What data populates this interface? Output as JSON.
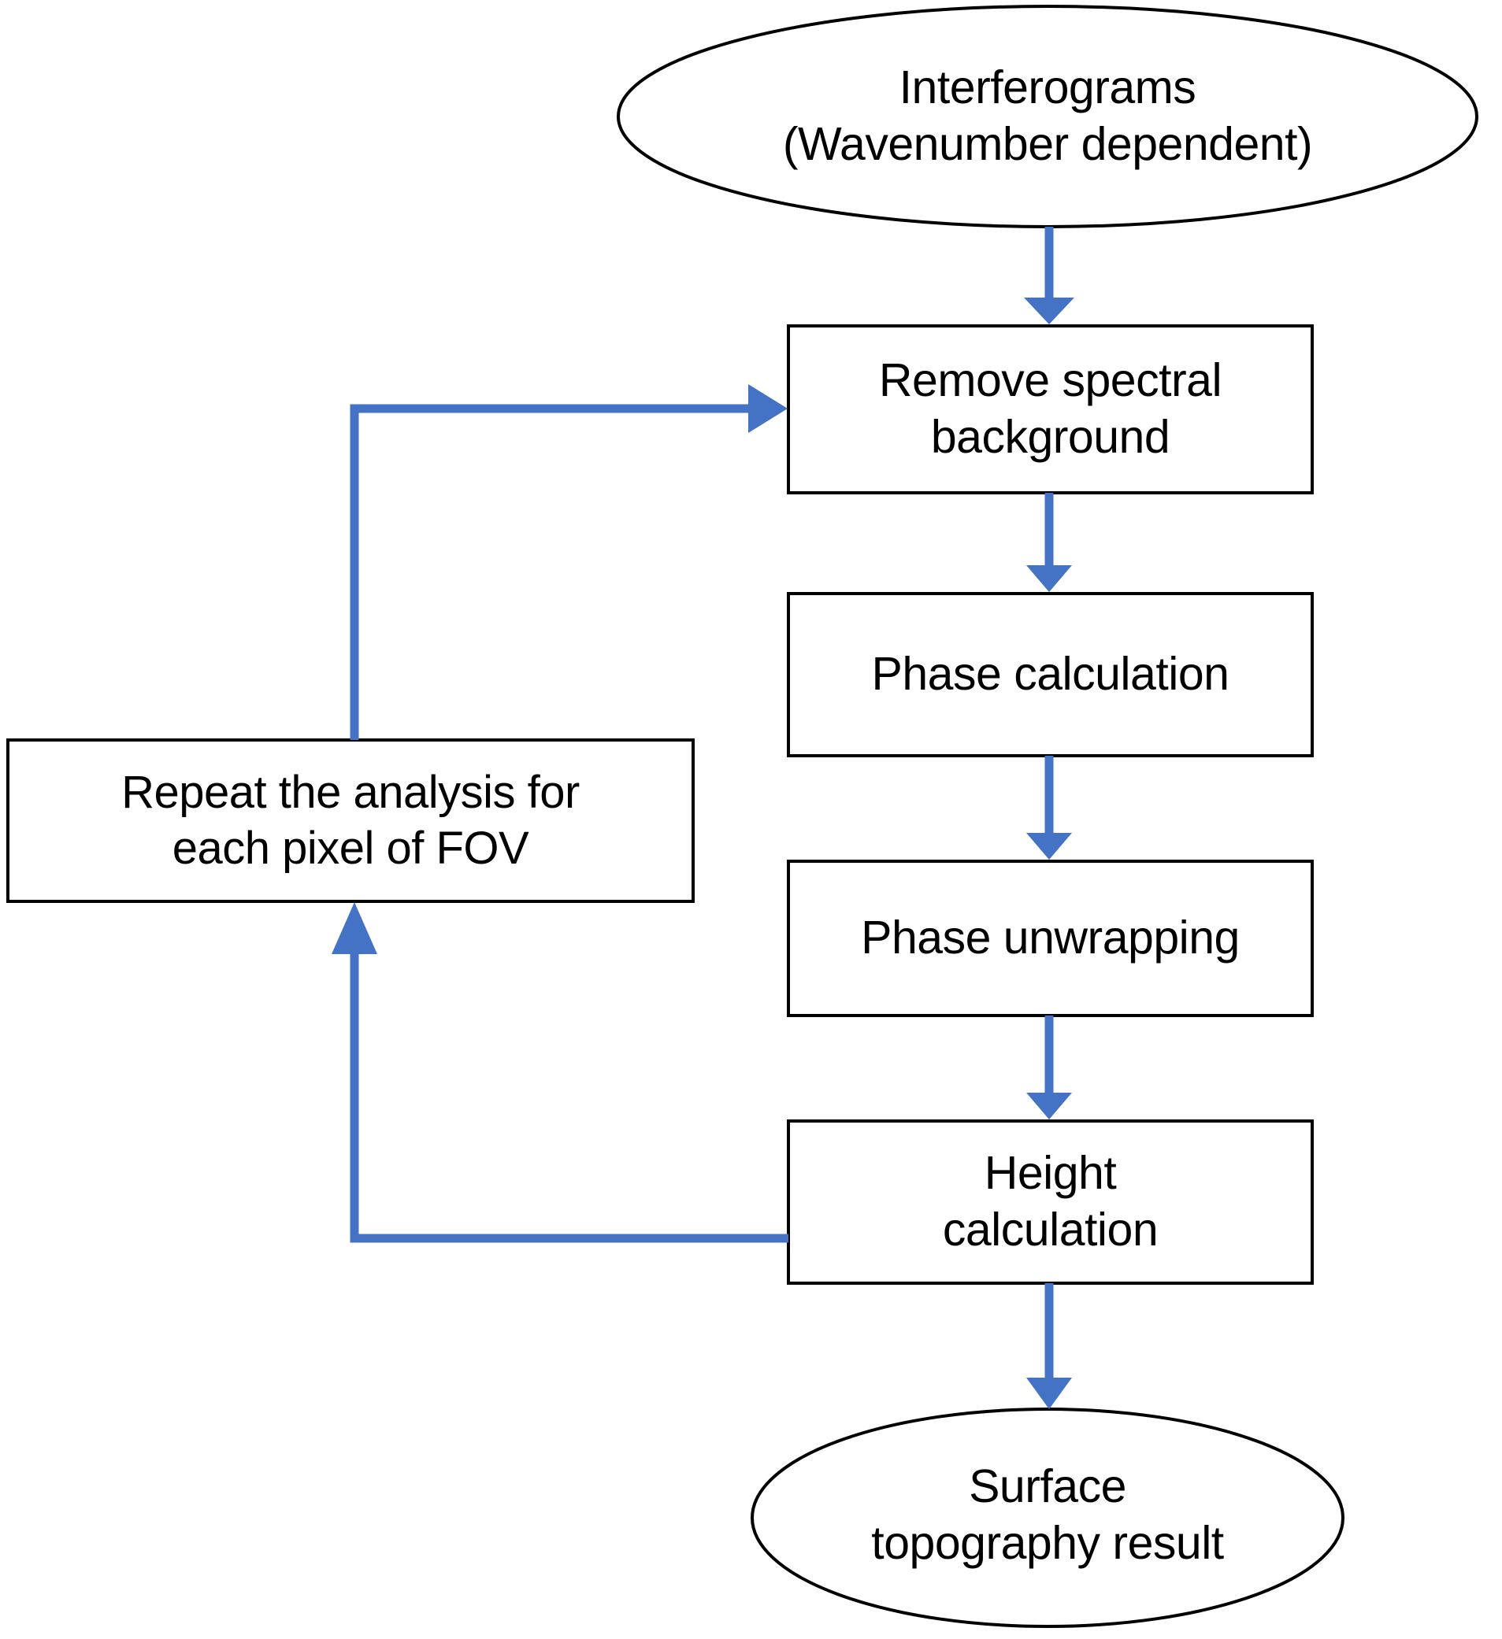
{
  "diagram": {
    "title": "Interferometric surface topography processing flowchart",
    "colors": {
      "arrow": "#4472C4",
      "shape_stroke": "#000000",
      "shape_fill": "#FFFFFF",
      "text": "#000000",
      "background": "#FFFFFF"
    },
    "nodes": [
      {
        "id": "interferograms",
        "shape": "ellipse",
        "label": "Interferograms\n(Wavenumber dependent)"
      },
      {
        "id": "remove-spectral-background",
        "shape": "rectangle",
        "label": "Remove spectral\nbackground"
      },
      {
        "id": "phase-calculation",
        "shape": "rectangle",
        "label": "Phase calculation"
      },
      {
        "id": "phase-unwrapping",
        "shape": "rectangle",
        "label": "Phase unwrapping"
      },
      {
        "id": "height-calculation",
        "shape": "rectangle",
        "label": "Height\ncalculation"
      },
      {
        "id": "surface-topography-result",
        "shape": "ellipse",
        "label": "Surface\ntopography result"
      },
      {
        "id": "repeat-analysis",
        "shape": "rectangle",
        "label": "Repeat the analysis for\neach pixel of FOV"
      }
    ],
    "edges": [
      {
        "id": "interferograms-to-remove-background",
        "from": "interferograms",
        "to": "remove-spectral-background",
        "kind": "arrow-down"
      },
      {
        "id": "remove-background-to-phase-calculation",
        "from": "remove-spectral-background",
        "to": "phase-calculation",
        "kind": "arrow-down"
      },
      {
        "id": "phase-calculation-to-phase-unwrapping",
        "from": "phase-calculation",
        "to": "phase-unwrapping",
        "kind": "arrow-down"
      },
      {
        "id": "phase-unwrapping-to-height-calculation",
        "from": "phase-unwrapping",
        "to": "height-calculation",
        "kind": "arrow-down"
      },
      {
        "id": "height-calculation-to-result",
        "from": "height-calculation",
        "to": "surface-topography-result",
        "kind": "arrow-down"
      },
      {
        "id": "height-calculation-to-repeat",
        "from": "height-calculation",
        "to": "repeat-analysis",
        "kind": "elbow-arrow-up"
      },
      {
        "id": "repeat-to-remove-background",
        "from": "repeat-analysis",
        "to": "remove-spectral-background",
        "kind": "elbow-arrow-right"
      }
    ]
  }
}
